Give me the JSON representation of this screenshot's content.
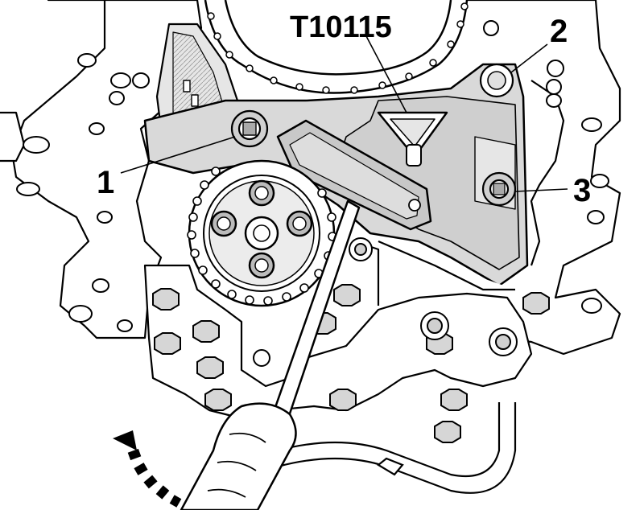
{
  "figure": {
    "tool_label": "T10115",
    "callouts": [
      "1",
      "2",
      "3"
    ]
  },
  "colors": {
    "line": "#000000",
    "fill_light": "#e6e6e6",
    "fill_mid": "#cfcfcf",
    "background": "#ffffff"
  },
  "icons": {
    "rotation_arrow": "dashed-curved-arrow",
    "screwdriver": "screwdriver-icon"
  }
}
